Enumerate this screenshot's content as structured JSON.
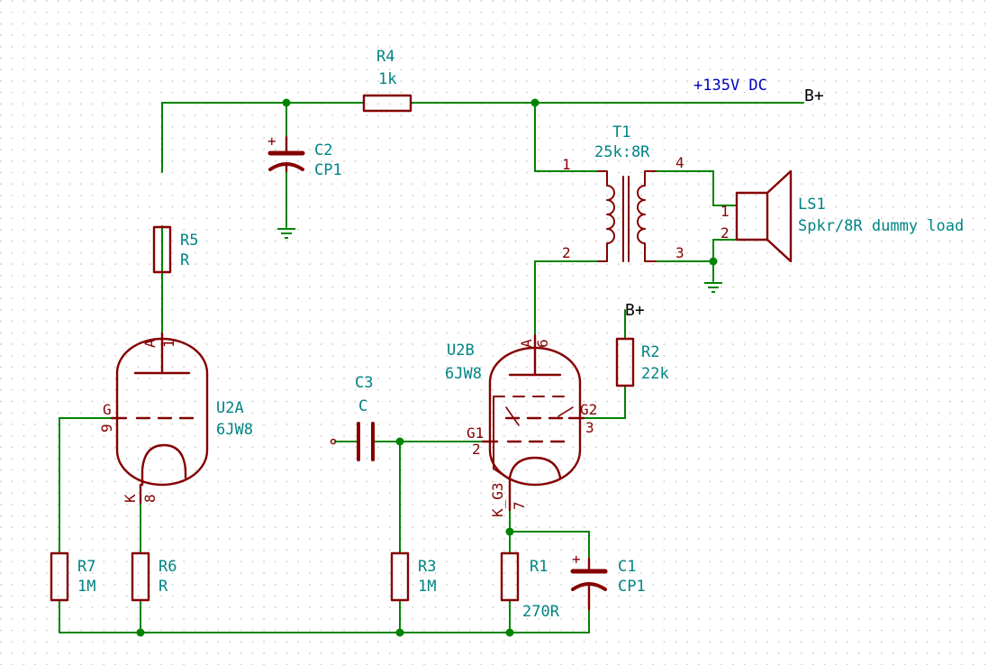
{
  "labels": {
    "net_label": "+135V DC",
    "bplus": "B+"
  },
  "components": {
    "R1": {
      "ref": "R1",
      "value": "270R"
    },
    "R2": {
      "ref": "R2",
      "value": "22k"
    },
    "R3": {
      "ref": "R3",
      "value": "1M"
    },
    "R4": {
      "ref": "R4",
      "value": "1k"
    },
    "R5": {
      "ref": "R5",
      "value": "R"
    },
    "R6": {
      "ref": "R6",
      "value": "R"
    },
    "R7": {
      "ref": "R7",
      "value": "1M"
    },
    "C1": {
      "ref": "C1",
      "value": "CP1"
    },
    "C2": {
      "ref": "C2",
      "value": "CP1"
    },
    "C3": {
      "ref": "C3",
      "value": "C"
    },
    "T1": {
      "ref": "T1",
      "value": "25k:8R"
    },
    "LS1": {
      "ref": "LS1",
      "value": "Spkr/8R dummy load"
    },
    "U2A": {
      "ref": "U2A",
      "value": "6JW8"
    },
    "U2B": {
      "ref": "U2B",
      "value": "6JW8"
    }
  },
  "pins": {
    "u2a_a": "A",
    "u2a_a_num": "1",
    "u2a_g": "G",
    "u2a_g_num": "9",
    "u2a_k": "K",
    "u2a_k_num": "8",
    "u2b_a": "A",
    "u2b_a_num": "6",
    "u2b_g1": "G1",
    "u2b_g1_num": "2",
    "u2b_g2": "G2",
    "u2b_g2_num": "3",
    "u2b_k": "K_G3",
    "u2b_k_num": "7",
    "t1_1": "1",
    "t1_2": "2",
    "t1_3": "3",
    "t1_4": "4",
    "ls_1": "1",
    "ls_2": "2",
    "cap_plus": "+"
  },
  "colors": {
    "wire": "#008400",
    "component": "#840000",
    "reference_text": "#008484",
    "net_label": "#0000c2",
    "grid_dot": "#c8c8c8"
  }
}
